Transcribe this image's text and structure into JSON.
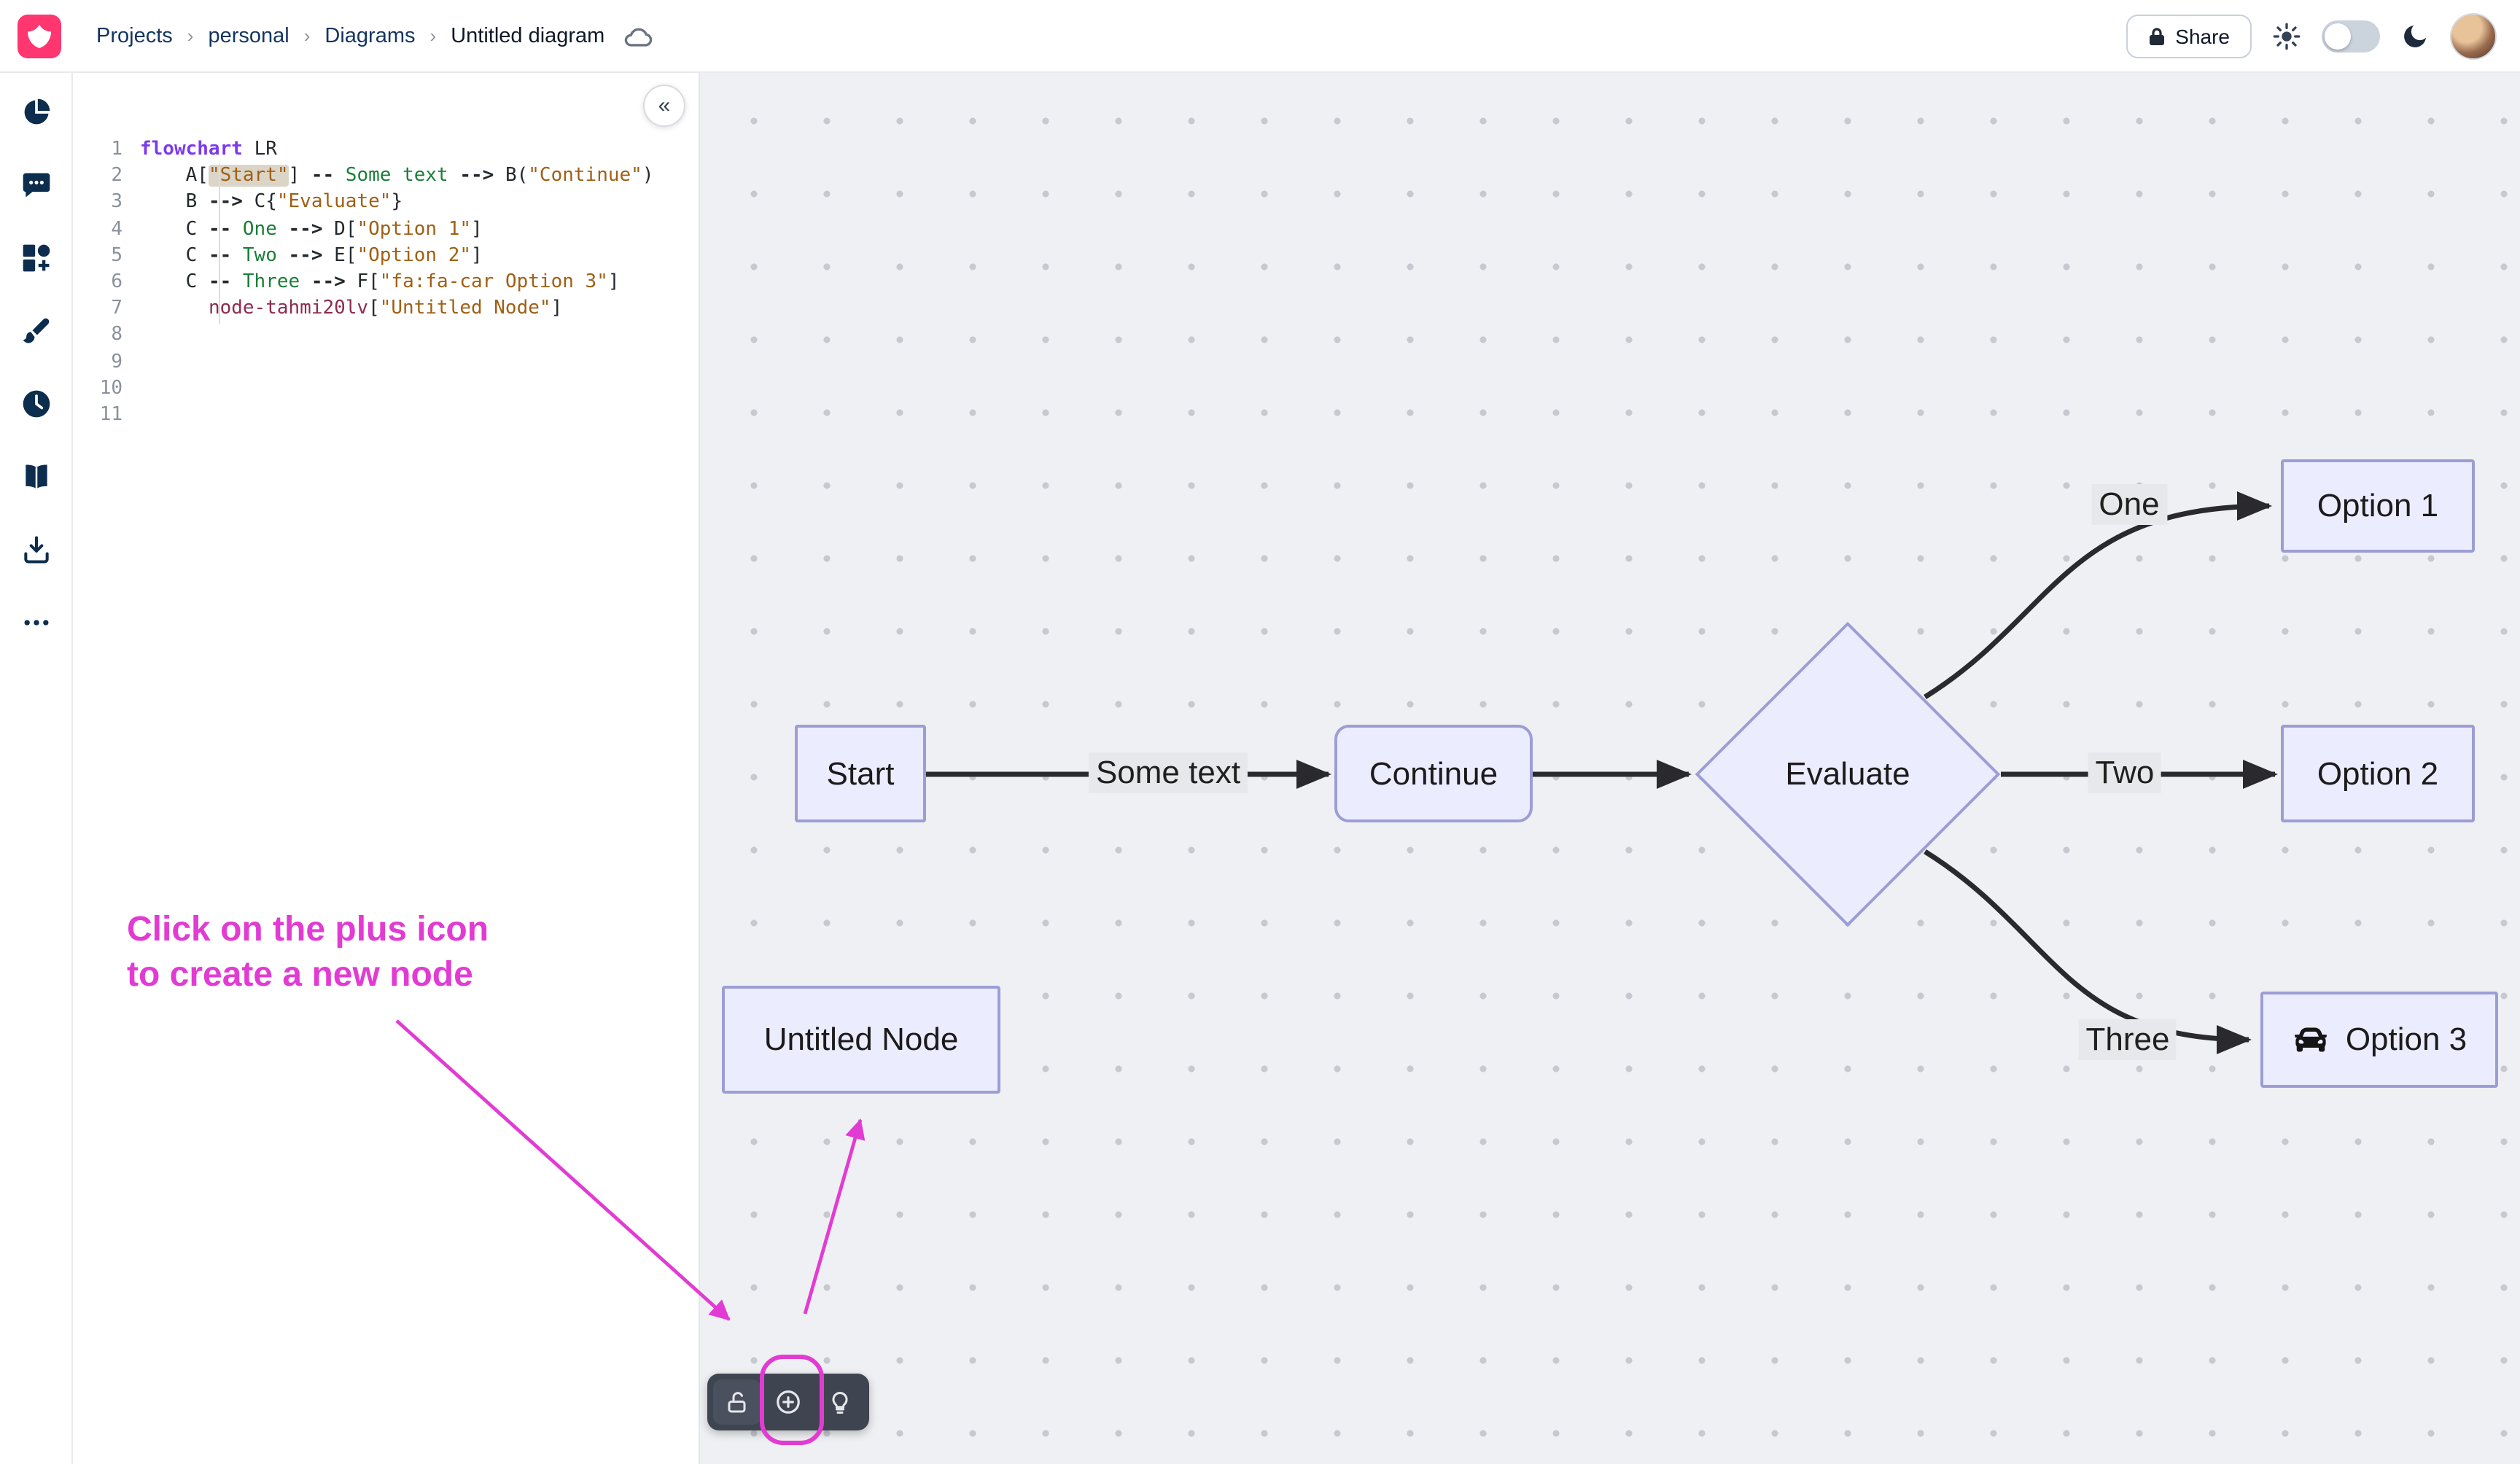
{
  "header": {
    "breadcrumb": [
      "Projects",
      "personal",
      "Diagrams",
      "Untitled diagram"
    ],
    "share_label": "Share"
  },
  "editor": {
    "lines": [
      [
        [
          "kw",
          "flowchart"
        ],
        [
          "ws",
          " "
        ],
        [
          "id",
          "LR"
        ]
      ],
      [
        [
          "ws",
          "    "
        ],
        [
          "id",
          "A"
        ],
        [
          "br",
          "["
        ],
        [
          "strhl",
          "\"Start\""
        ],
        [
          "br",
          "]"
        ],
        [
          "ws",
          " "
        ],
        [
          "op",
          "--"
        ],
        [
          "lbl",
          " Some text "
        ],
        [
          "op",
          "-->"
        ],
        [
          "ws",
          " "
        ],
        [
          "id",
          "B"
        ],
        [
          "br",
          "("
        ],
        [
          "str",
          "\"Continue\""
        ],
        [
          "br",
          ")"
        ]
      ],
      [
        [
          "ws",
          "    "
        ],
        [
          "id",
          "B"
        ],
        [
          "ws",
          " "
        ],
        [
          "op",
          "-->"
        ],
        [
          "ws",
          " "
        ],
        [
          "id",
          "C"
        ],
        [
          "br",
          "{"
        ],
        [
          "str",
          "\"Evaluate\""
        ],
        [
          "br",
          "}"
        ]
      ],
      [
        [
          "ws",
          "    "
        ],
        [
          "id",
          "C"
        ],
        [
          "ws",
          " "
        ],
        [
          "op",
          "--"
        ],
        [
          "lbl",
          " One "
        ],
        [
          "op",
          "-->"
        ],
        [
          "ws",
          " "
        ],
        [
          "id",
          "D"
        ],
        [
          "br",
          "["
        ],
        [
          "str",
          "\"Option 1\""
        ],
        [
          "br",
          "]"
        ]
      ],
      [
        [
          "ws",
          "    "
        ],
        [
          "id",
          "C"
        ],
        [
          "ws",
          " "
        ],
        [
          "op",
          "--"
        ],
        [
          "lbl",
          " Two "
        ],
        [
          "op",
          "-->"
        ],
        [
          "ws",
          " "
        ],
        [
          "id",
          "E"
        ],
        [
          "br",
          "["
        ],
        [
          "str",
          "\"Option 2\""
        ],
        [
          "br",
          "]"
        ]
      ],
      [
        [
          "ws",
          "    "
        ],
        [
          "id",
          "C"
        ],
        [
          "ws",
          " "
        ],
        [
          "op",
          "--"
        ],
        [
          "lbl",
          " Three "
        ],
        [
          "op",
          "-->"
        ],
        [
          "ws",
          " "
        ],
        [
          "id",
          "F"
        ],
        [
          "br",
          "["
        ],
        [
          "str",
          "\"fa:fa-car Option 3\""
        ],
        [
          "br",
          "]"
        ]
      ],
      [
        [
          "ws",
          "      "
        ],
        [
          "node",
          "node-tahmi20lv"
        ],
        [
          "br",
          "["
        ],
        [
          "str",
          "\"Untitled Node\""
        ],
        [
          "br",
          "]"
        ]
      ],
      [],
      [],
      [],
      []
    ],
    "collapse_glyph": "«"
  },
  "diagram": {
    "nodes": {
      "start": {
        "label": "Start"
      },
      "continue": {
        "label": "Continue"
      },
      "evaluate": {
        "label": "Evaluate"
      },
      "option1": {
        "label": "Option 1"
      },
      "option2": {
        "label": "Option 2"
      },
      "option3": {
        "label": "Option 3"
      },
      "untitled": {
        "label": "Untitled Node"
      }
    },
    "edge_labels": {
      "some_text": "Some text",
      "one": "One",
      "two": "Two",
      "three": "Three"
    }
  },
  "annotation": {
    "line1": "Click on the plus icon",
    "line2": "to create a new node",
    "color": "#e23bd3"
  },
  "colors": {
    "brand": "#ff3670",
    "canvas_bg": "#eef0f3",
    "node_fill": "#ececff",
    "node_border": "#9d9dd6",
    "edge_stroke": "#2a2a2e",
    "annotation": "#e23bd3"
  }
}
